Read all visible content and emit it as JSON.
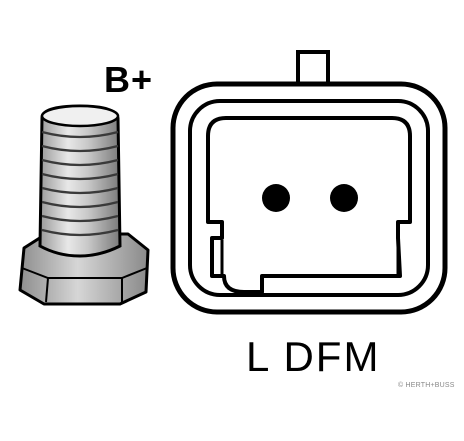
{
  "diagram": {
    "terminal_label": "B+",
    "connector_label": "L DFM",
    "watermark": "© HERTH+BUSS",
    "colors": {
      "stroke": "#000000",
      "background": "#ffffff",
      "shading": "#a8a8a8",
      "watermark": "#888888"
    }
  }
}
